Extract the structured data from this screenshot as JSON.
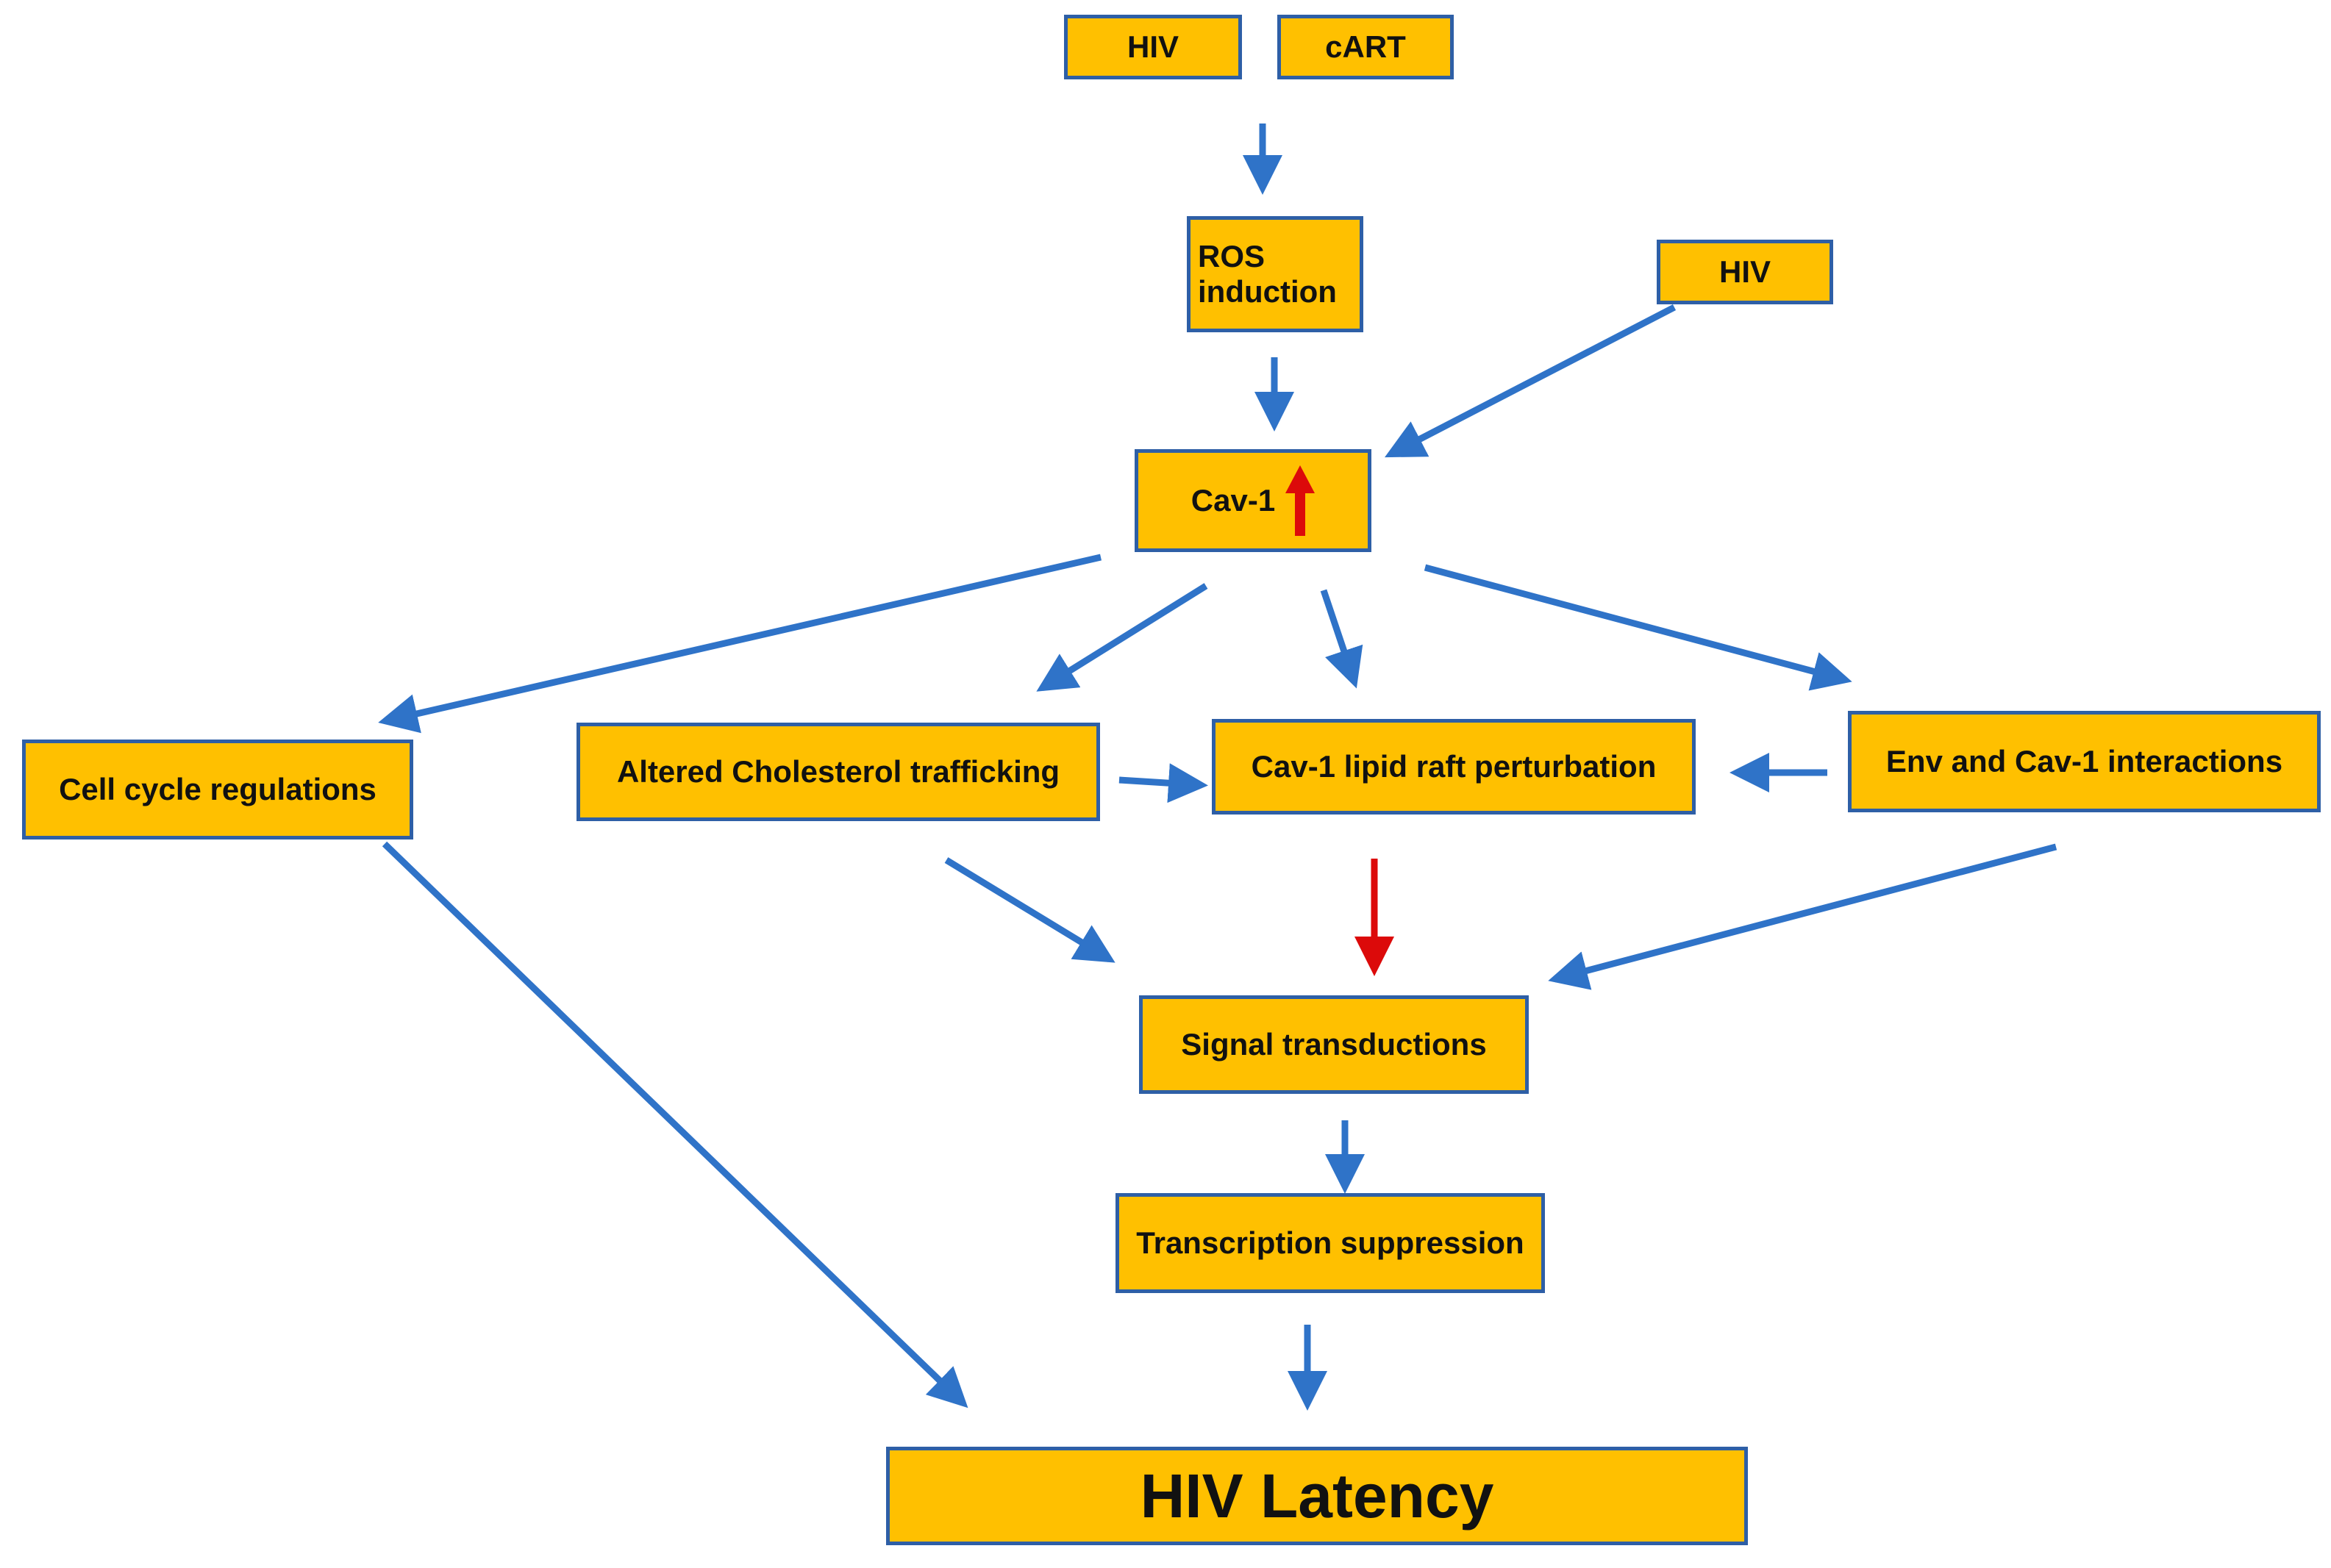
{
  "colors": {
    "box_fill": "#ffc000",
    "box_border": "#2e5fa6",
    "arrow_blue": "#2f73c8",
    "arrow_red": "#dc0a0a"
  },
  "nodes": {
    "hiv_top": "HIV",
    "cart": "cART",
    "ros_induction": "ROS induction",
    "hiv_right": "HIV",
    "cav1": "Cav-1",
    "cell_cycle": "Cell cycle regulations",
    "cholesterol": "Altered Cholesterol trafficking",
    "lipid_raft": "Cav-1 lipid raft perturbation",
    "env_cav1": "Env and Cav-1 interactions",
    "signal": "Signal transductions",
    "transcription": "Transcription suppression",
    "latency": "HIV Latency"
  },
  "icons": {
    "cav1_marker": "up-arrow-icon"
  }
}
